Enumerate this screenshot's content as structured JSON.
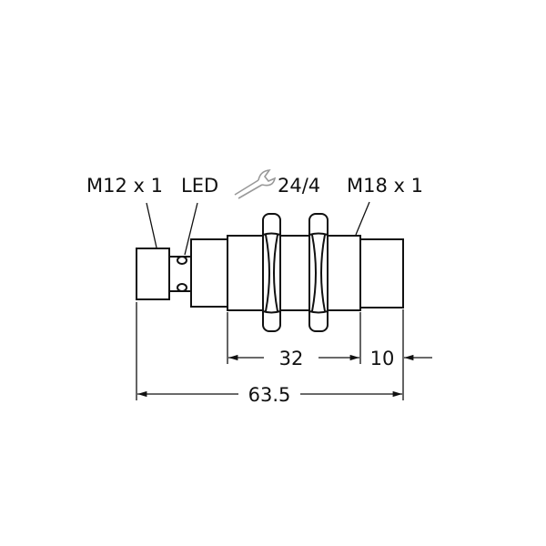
{
  "labels": {
    "connector_thread": "M12 x 1",
    "led": "LED",
    "wrench_size": "24/4",
    "body_thread": "M18 x 1"
  },
  "dimensions": {
    "thread_length": "32",
    "face_length": "10",
    "total_length": "63.5"
  },
  "icons": {
    "wrench": "wrench-icon"
  },
  "colors": {
    "line": "#111111",
    "wrench": "#999999"
  }
}
